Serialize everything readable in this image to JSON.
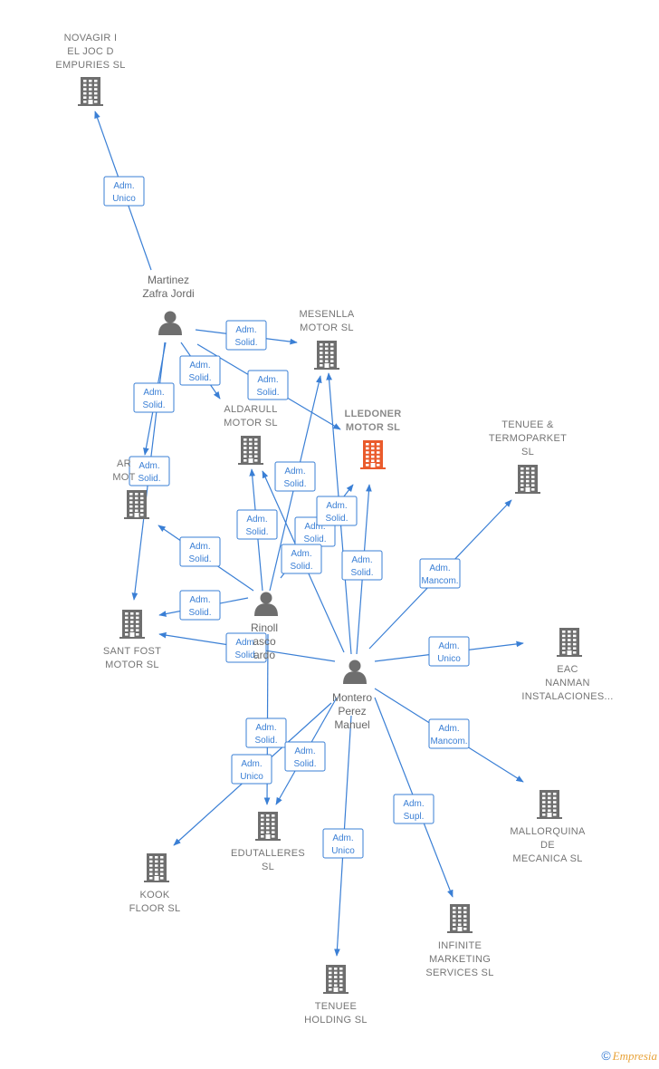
{
  "colors": {
    "edge": "#3a7fd5",
    "building": "#6e6e6e",
    "building_main": "#ea5b2c",
    "person": "#6e6e6e",
    "label": "#757575"
  },
  "companies": [
    {
      "id": "novagir",
      "lines": [
        "NOVAGIR I",
        "EL JOC D",
        "EMPURIES  SL"
      ],
      "icon": "building-icon"
    },
    {
      "id": "mesenlla",
      "lines": [
        "MESENLLA",
        "MOTOR  SL"
      ],
      "icon": "building-icon"
    },
    {
      "id": "aldarull",
      "lines": [
        "ALDARULL",
        "MOTOR  SL"
      ],
      "icon": "building-icon"
    },
    {
      "id": "lledoner",
      "lines": [
        "LLEDONER",
        "MOTOR  SL"
      ],
      "icon": "building-icon",
      "main": true
    },
    {
      "id": "tenuee-termo",
      "lines": [
        "TENUEE &",
        "TERMOPARKET",
        "SL"
      ],
      "icon": "building-icon"
    },
    {
      "id": "ar-motor",
      "lines": [
        "AR",
        "MOT"
      ],
      "icon": "building-icon"
    },
    {
      "id": "eac",
      "lines": [
        "EAC",
        "NANMAN",
        "INSTALACIONES..."
      ],
      "icon": "building-icon"
    },
    {
      "id": "santfost",
      "lines": [
        "SANT FOST",
        "MOTOR  SL"
      ],
      "icon": "building-icon"
    },
    {
      "id": "mallorquina",
      "lines": [
        "MALLORQUINA",
        "DE",
        "MECANICA  SL"
      ],
      "icon": "building-icon"
    },
    {
      "id": "edutalleres",
      "lines": [
        "EDUTALLERES",
        "SL"
      ],
      "icon": "building-icon"
    },
    {
      "id": "kook",
      "lines": [
        "KOOK",
        "FLOOR  SL"
      ],
      "icon": "building-icon"
    },
    {
      "id": "infinite",
      "lines": [
        "INFINITE",
        "MARKETING",
        "SERVICES SL"
      ],
      "icon": "building-icon"
    },
    {
      "id": "tenuee-holding",
      "lines": [
        "TENUEE",
        "HOLDING  SL"
      ],
      "icon": "building-icon"
    }
  ],
  "people": [
    {
      "id": "martinez",
      "lines": [
        "Martinez",
        "Zafra Jordi"
      ],
      "icon": "person-icon"
    },
    {
      "id": "rinoll",
      "lines": [
        "Rinoll",
        "asco",
        "ardo"
      ],
      "icon": "person-icon"
    },
    {
      "id": "montero",
      "lines": [
        "Montero",
        "Perez",
        "Manuel"
      ],
      "icon": "person-icon"
    }
  ],
  "edges": [
    {
      "from": "martinez",
      "to": "novagir",
      "label": [
        "Adm.",
        "Unico"
      ]
    },
    {
      "from": "martinez",
      "to": "mesenlla",
      "label": [
        "Adm.",
        "Solid."
      ]
    },
    {
      "from": "martinez",
      "to": "aldarull",
      "label": [
        "Adm.",
        "Solid."
      ]
    },
    {
      "from": "martinez",
      "to": "lledoner",
      "label": [
        "Adm.",
        "Solid."
      ]
    },
    {
      "from": "martinez",
      "to": "ar-motor",
      "label": [
        "Adm.",
        "Solid."
      ]
    },
    {
      "from": "martinez",
      "to": "santfost",
      "label": [
        "Adm.",
        "Solid."
      ]
    },
    {
      "from": "rinoll",
      "to": "mesenlla",
      "label": [
        "Adm.",
        "Solid."
      ]
    },
    {
      "from": "rinoll",
      "to": "aldarull",
      "label": [
        "Adm.",
        "Solid."
      ]
    },
    {
      "from": "rinoll",
      "to": "lledoner",
      "label": [
        "Adm.",
        "Solid."
      ]
    },
    {
      "from": "rinoll",
      "to": "ar-motor",
      "label": [
        "Adm.",
        "Solid."
      ]
    },
    {
      "from": "rinoll",
      "to": "santfost",
      "label": [
        "Adm.",
        "Solid."
      ]
    },
    {
      "from": "rinoll",
      "to": "edutalleres",
      "label": [
        "Adm.",
        "Solid."
      ]
    },
    {
      "from": "montero",
      "to": "mesenlla",
      "label": [
        "Adm.",
        "Solid."
      ]
    },
    {
      "from": "montero",
      "to": "aldarull",
      "label": [
        "Adm.",
        "Solid."
      ]
    },
    {
      "from": "montero",
      "to": "lledoner",
      "label": [
        "Adm.",
        "Solid."
      ]
    },
    {
      "from": "montero",
      "to": "tenuee-termo",
      "label": [
        "Adm.",
        "Mancom."
      ]
    },
    {
      "from": "montero",
      "to": "eac",
      "label": [
        "Adm.",
        "Unico"
      ]
    },
    {
      "from": "montero",
      "to": "santfost",
      "label": [
        "Adm.",
        "Solid."
      ]
    },
    {
      "from": "montero",
      "to": "mallorquina",
      "label": [
        "Adm.",
        "Mancom."
      ]
    },
    {
      "from": "montero",
      "to": "edutalleres",
      "label": [
        "Adm.",
        "Solid."
      ]
    },
    {
      "from": "montero",
      "to": "kook",
      "label": [
        "Adm.",
        "Unico"
      ]
    },
    {
      "from": "montero",
      "to": "infinite",
      "label": [
        "Adm.",
        "Supl."
      ]
    },
    {
      "from": "montero",
      "to": "tenuee-holding",
      "label": [
        "Adm.",
        "Unico"
      ]
    }
  ],
  "brand": {
    "symbol": "©",
    "name": "Empresia"
  }
}
